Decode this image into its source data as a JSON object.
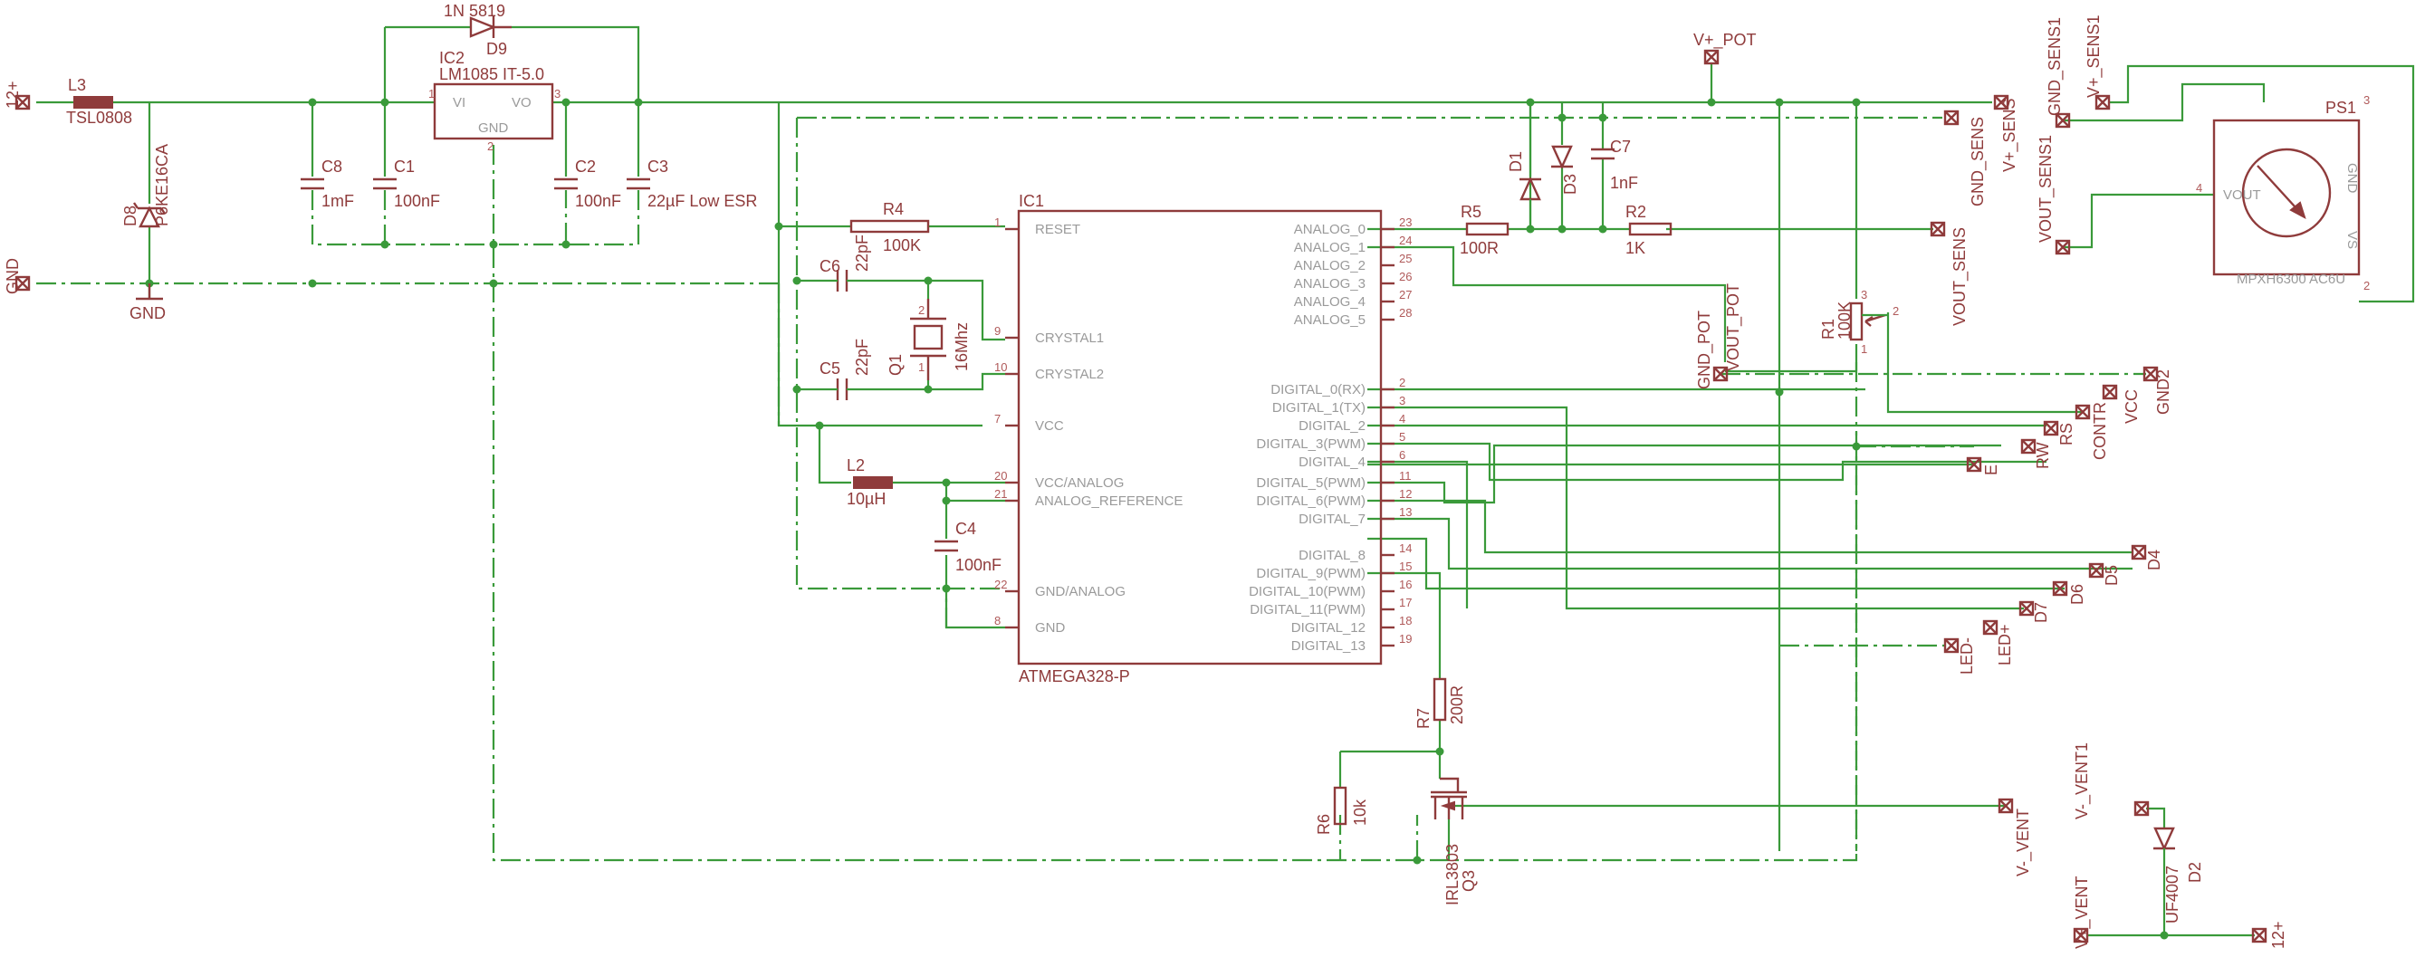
{
  "schematic": {
    "ic1": {
      "ref": "IC1",
      "value": "ATMEGA328-P",
      "left_pins": [
        {
          "num": "1",
          "name": "RESET"
        },
        {
          "num": "9",
          "name": "CRYSTAL1"
        },
        {
          "num": "10",
          "name": "CRYSTAL2"
        },
        {
          "num": "7",
          "name": "VCC"
        },
        {
          "num": "20",
          "name": "VCC/ANALOG"
        },
        {
          "num": "21",
          "name": "ANALOG_REFERENCE"
        },
        {
          "num": "22",
          "name": "GND/ANALOG"
        },
        {
          "num": "8",
          "name": "GND"
        }
      ],
      "right_pins": [
        {
          "num": "23",
          "name": "ANALOG_0"
        },
        {
          "num": "24",
          "name": "ANALOG_1"
        },
        {
          "num": "25",
          "name": "ANALOG_2"
        },
        {
          "num": "26",
          "name": "ANALOG_3"
        },
        {
          "num": "27",
          "name": "ANALOG_4"
        },
        {
          "num": "28",
          "name": "ANALOG_5"
        },
        {
          "num": "2",
          "name": "DIGITAL_0(RX)"
        },
        {
          "num": "3",
          "name": "DIGITAL_1(TX)"
        },
        {
          "num": "4",
          "name": "DIGITAL_2"
        },
        {
          "num": "5",
          "name": "DIGITAL_3(PWM)"
        },
        {
          "num": "6",
          "name": "DIGITAL_4"
        },
        {
          "num": "11",
          "name": "DIGITAL_5(PWM)"
        },
        {
          "num": "12",
          "name": "DIGITAL_6(PWM)"
        },
        {
          "num": "13",
          "name": "DIGITAL_7"
        },
        {
          "num": "14",
          "name": "DIGITAL_8"
        },
        {
          "num": "15",
          "name": "DIGITAL_9(PWM)"
        },
        {
          "num": "16",
          "name": "DIGITAL_10(PWM)"
        },
        {
          "num": "17",
          "name": "DIGITAL_11(PWM)"
        },
        {
          "num": "18",
          "name": "DIGITAL_12"
        },
        {
          "num": "19",
          "name": "DIGITAL_13"
        }
      ]
    },
    "ic2": {
      "ref": "IC2",
      "value": "LM1085 IT-5.0",
      "vi": "VI",
      "vo": "VO",
      "gnd": "GND",
      "pin_in": "1",
      "pin_out": "3",
      "pin_gnd": "2"
    },
    "sensor": {
      "ref": "PS1",
      "value": "MPXH6300 AC6U",
      "vout": "VOUT",
      "gnd": "GND",
      "vs": "VS",
      "pin_vout": "4",
      "pin_gnd": "3",
      "pin_vs": "2"
    },
    "components": {
      "l3": {
        "ref": "L3",
        "value": "TSL0808"
      },
      "d9": {
        "ref": "D9",
        "value": "1N 5819"
      },
      "d8": {
        "ref": "D8",
        "value": "P6KE16CA"
      },
      "c8": {
        "ref": "C8",
        "value": "1mF"
      },
      "c1": {
        "ref": "C1",
        "value": "100nF"
      },
      "c2": {
        "ref": "C2",
        "value": "100nF"
      },
      "c3": {
        "ref": "C3",
        "value": "22µF Low ESR"
      },
      "r4": {
        "ref": "R4",
        "value": "100K"
      },
      "c6": {
        "ref": "C6",
        "value": "22pF"
      },
      "c5": {
        "ref": "C5",
        "value": "22pF"
      },
      "q1": {
        "ref": "Q1",
        "value": "16Mhz",
        "pin_a": "1",
        "pin_b": "2"
      },
      "l2": {
        "ref": "L2",
        "value": "10µH"
      },
      "c4": {
        "ref": "C4",
        "value": "100nF"
      },
      "r5": {
        "ref": "R5",
        "value": "100R"
      },
      "r2": {
        "ref": "R2",
        "value": "1K"
      },
      "d1": {
        "ref": "D1"
      },
      "d3": {
        "ref": "D3"
      },
      "c7": {
        "ref": "C7",
        "value": "1nF"
      },
      "r1": {
        "ref": "R1",
        "value": "100K",
        "pin_a": "1",
        "pin_wiper": "2",
        "pin_b": "3"
      },
      "r7": {
        "ref": "R7",
        "value": "200R"
      },
      "r6": {
        "ref": "R6",
        "value": "10k"
      },
      "q3": {
        "ref": "Q3",
        "value": "IRL3803"
      },
      "d2": {
        "ref": "D2",
        "value": "UF4007"
      }
    },
    "nets": {
      "p12_in": "12+",
      "gnd_in": "GND",
      "gnd_sym": "GND",
      "v_pot": "V+_POT",
      "gnd_sens": "GND_SENS",
      "v_sens": "V+_SENS",
      "vout_sens": "VOUT_SENS",
      "vout_sens1": "VOUT_SENS1",
      "gnd_sens1": "GND_SENS1",
      "v_sens1": "V+_SENS1",
      "gnd_pot": "GND_POT",
      "vout_pot": "VOUT_POT",
      "gnd2": "GND2",
      "vcc": "VCC",
      "contr": "CONTR",
      "rs": "RS",
      "rw": "RW",
      "e": "E",
      "d4": "D4",
      "d5": "D5",
      "d6": "D6",
      "d7": "D7",
      "led_p": "LED+",
      "led_m": "LED-",
      "v_vent": "V-_VENT",
      "v_vent1": "V-_VENT1",
      "vp_vent": "V+_VENT",
      "p12_out": "12+"
    }
  }
}
